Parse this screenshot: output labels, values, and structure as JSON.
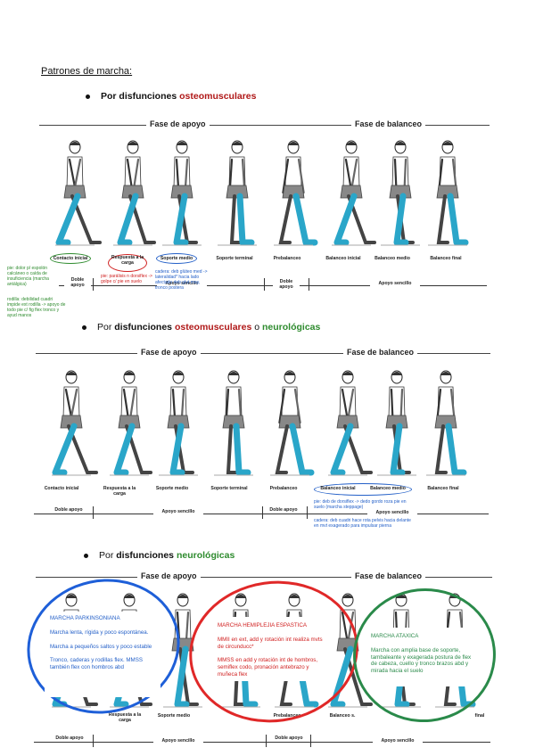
{
  "title": "Patrones de marcha:",
  "section1": {
    "prefix": "Por disfunciones ",
    "highlight": "osteomusculares"
  },
  "section2": {
    "prefix": "Por ",
    "bold": "disfunciones ",
    "highlight1": "osteomusculares",
    "mid": " o ",
    "highlight2": "neurológicas"
  },
  "section3": {
    "prefix": "Por ",
    "bold": "disfunciones ",
    "highlight": "neurológicas"
  },
  "phases": {
    "support": "Fase de apoyo",
    "swing": "Fase de balanceo"
  },
  "diagram1": {
    "labels": [
      "Contacto inicial",
      "Respuesta a la carga",
      "Soporte medio",
      "Soporte terminal",
      "Prebalanceo",
      "Balanceo inicial",
      "Balanceo medio",
      "Balanceo final"
    ],
    "sub": {
      "doble1": "Doble apoyo",
      "sencillo1": "Apoyo sencillo",
      "doble2": "Doble apoyo",
      "sencillo2": "Apoyo sencillo"
    },
    "notes": {
      "green1": "pie: dolor p/ espolón calcáneo o caída de insuficiencia (marcha antálgica)",
      "green2": "rodilla: debilidad cuadri impide ext rodilla -> apoyo de todo pie c/ fig flex tronco y ayud manos",
      "red": "pie: parálisis n dorsiflex -> golpe c/ pie en suelo",
      "blue": "cadera: deb glúteo med -> lateralidad* hacia lado afectado deb glut may, tronco postera"
    }
  },
  "diagram2": {
    "labels": [
      "Contacto inicial",
      "Respuesta a la carga",
      "Soporte medio",
      "Soporte terminal",
      "Prebalanceo",
      "Balanceo inicial",
      "Balanceo medio",
      "Balanceo final"
    ],
    "sub": {
      "doble1": "Doble apoyo",
      "sencillo1": "Apoyo sencillo",
      "doble2": "Doble apoyo",
      "sencillo2": "Apoyo sencillo"
    },
    "notes": {
      "blue1": "pie: deb de dorsiflex -> dedo gordo roza pie en suelo (marcha steppage)",
      "blue2": "cadera: deb cuadri hace rota pelvis hacia delante en mvt exagerado para impulsar pierna"
    }
  },
  "diagram3": {
    "labels": [
      "Respuesta a la carga",
      "Soporte medio",
      "Prebalanceo",
      "Balanceo s.",
      "final"
    ],
    "sub": {
      "doble1": "Doble apoyo",
      "sencillo1": "Apoyo sencillo",
      "doble2": "Doble apoyo",
      "sencillo2": "Apoyo sencillo"
    },
    "parkinson": {
      "title": "MARCHA PARKINSONIANA",
      "l1": "Marcha lenta, rígida y poco espontánea.",
      "l2": "Marcha a pequeños saltos y poco estable",
      "l3": "Tronco, caderas y rodillas flex. MMSS también flex con hombros abd"
    },
    "hemiplejia": {
      "title": "MARCHA HEMIPLEJIA ESPASTICA",
      "l1": "MMII en ext, add y rotación int realiza mvts de circunducc*",
      "l2": "MMSS en add y rotación int de hombros, semiflex codo, pronación antebrazo y muñeca flex"
    },
    "ataxica": {
      "title": "MARCHA ATAXICA",
      "l1": "Marcha con amplia base de soporte, tambaleante y exagerada postura de flex de cabeza, cuello y tronco brazos abd y mirada hacia el suelo"
    }
  },
  "colors": {
    "leg": "#2aa6c9",
    "red": "#b01818",
    "green": "#2e8b2e",
    "blue": "#2460c8"
  }
}
